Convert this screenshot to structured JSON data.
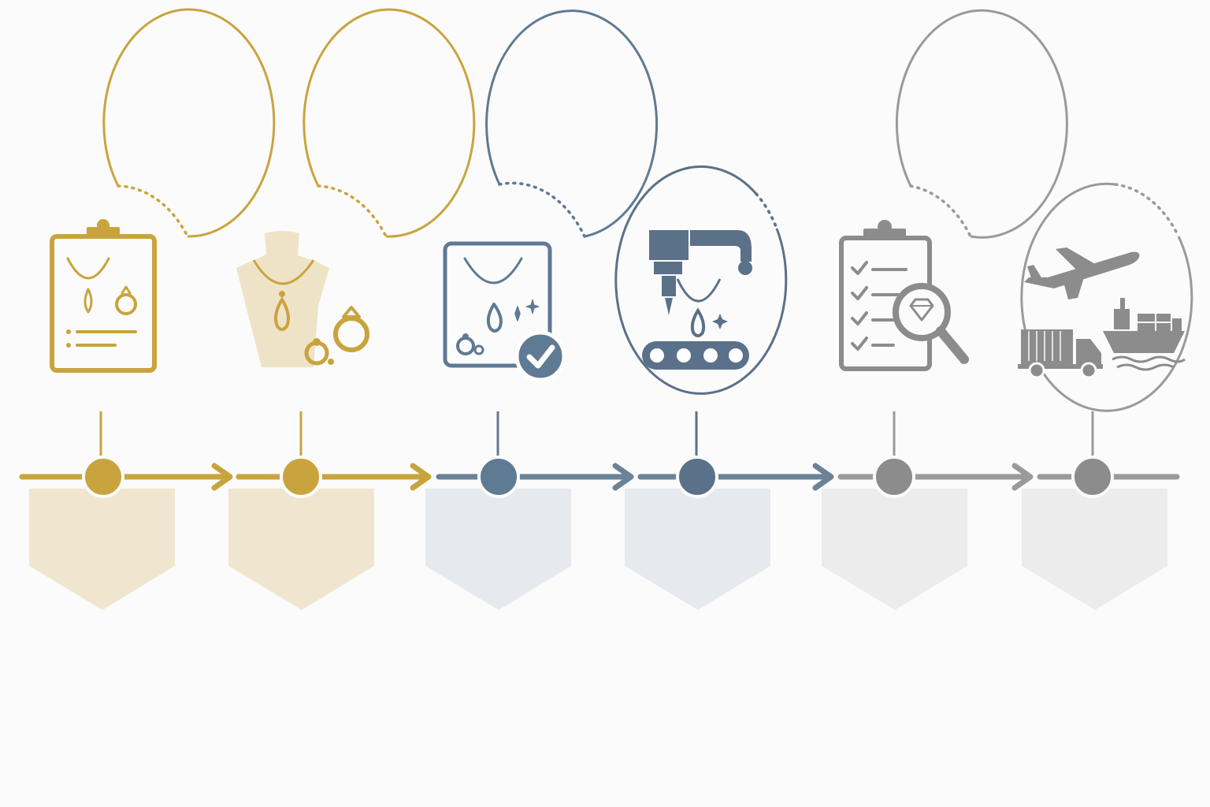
{
  "colors": {
    "background": "#fbfbfb",
    "gold": "#c9a43e",
    "gold_fill": "#f0e6cf",
    "gold_soft": "#efe3c7",
    "steel": "#5f7a93",
    "steel_fill": "#e6e9ed",
    "slate": "#5a7189",
    "gray": "#8c8c8c",
    "gray_fill": "#ececec",
    "gray_soft": "#9a9a9a"
  },
  "steps": [
    {
      "icon": "clipboard-jewelry-design-icon",
      "theme": "gold"
    },
    {
      "icon": "necklace-bust-display-icon",
      "theme": "gold"
    },
    {
      "icon": "design-approval-check-icon",
      "theme": "steel"
    },
    {
      "icon": "manufacturing-machine-icon",
      "theme": "slate"
    },
    {
      "icon": "quality-inspection-magnifier-icon",
      "theme": "gray"
    },
    {
      "icon": "shipping-plane-truck-ship-icon",
      "theme": "gray"
    }
  ]
}
